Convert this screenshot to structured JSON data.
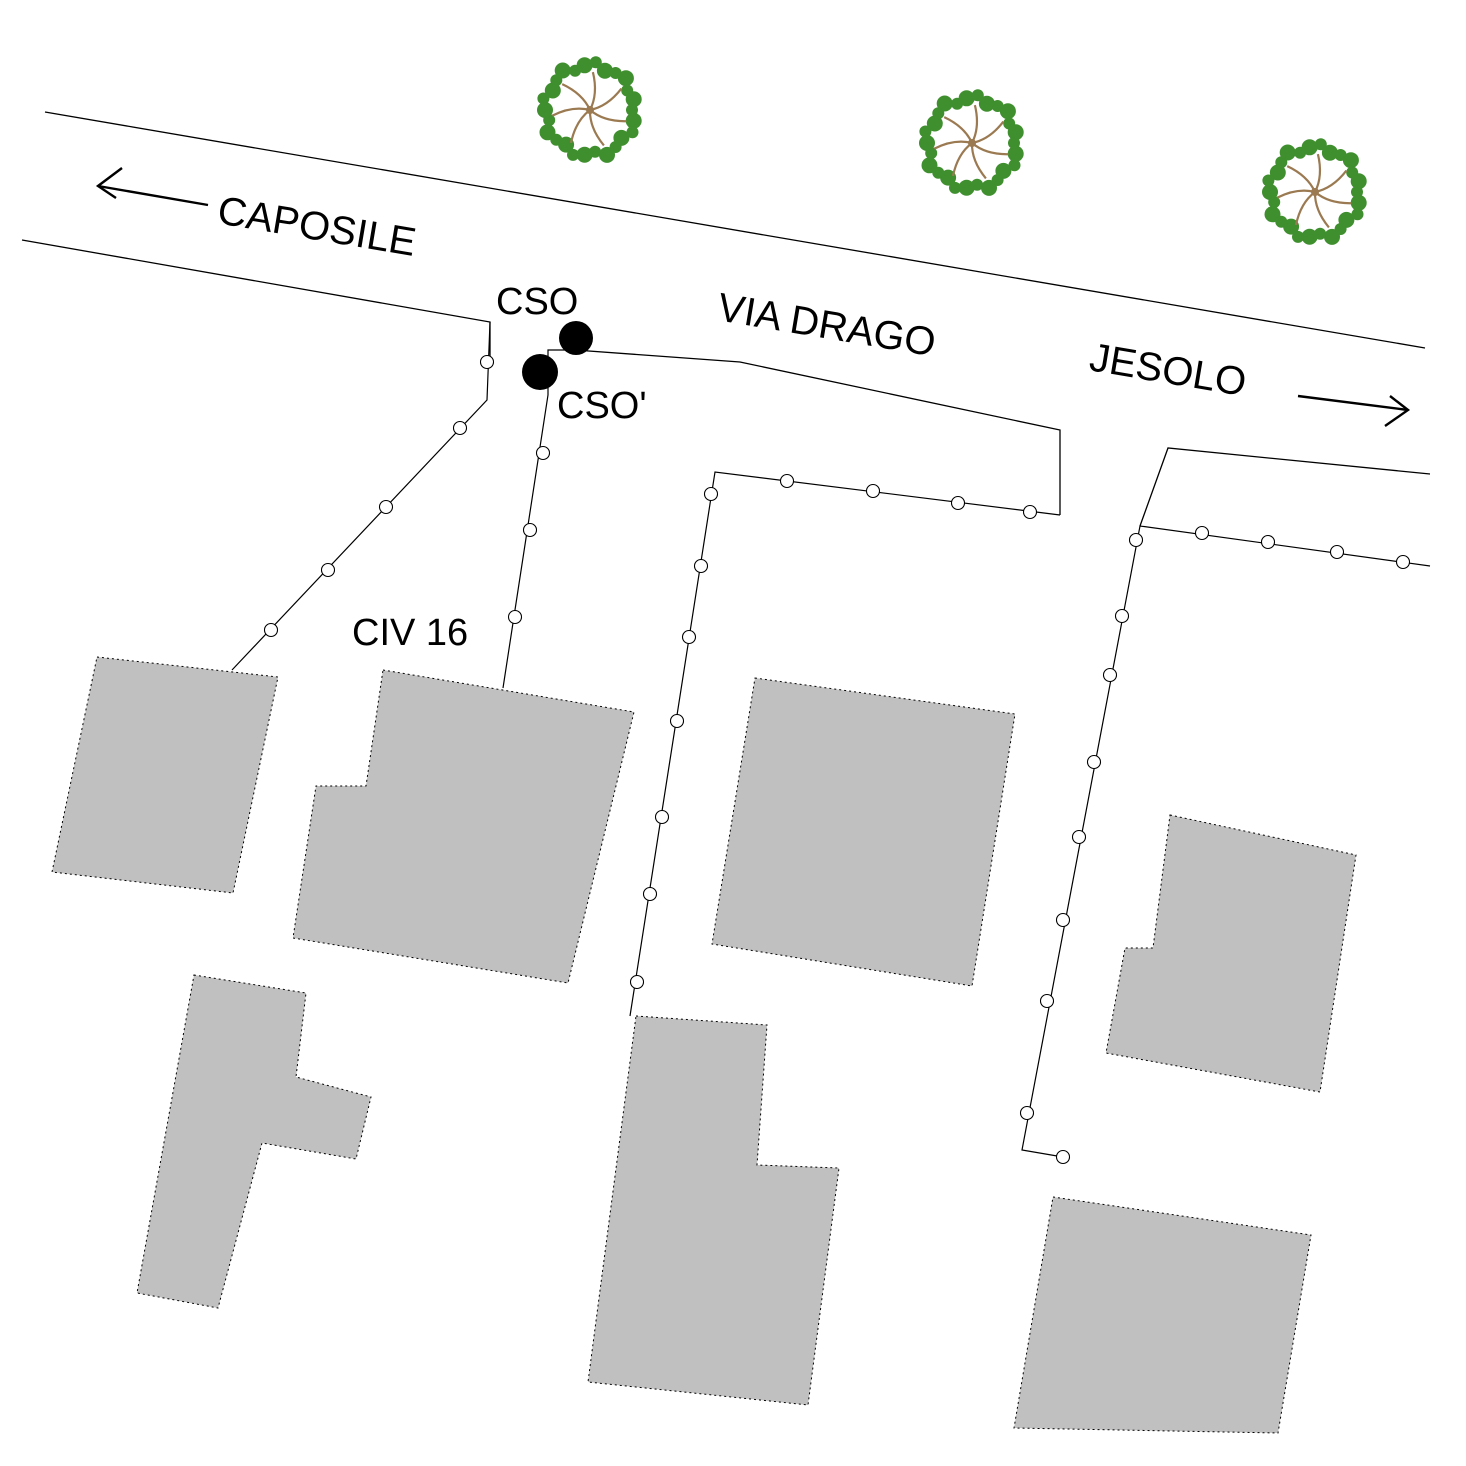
{
  "labels": {
    "caposile": "CAPOSILE",
    "via_drago": "VIA DRAGO",
    "jesolo": "JESOLO",
    "cso": "CSO",
    "cso_prime": "CSO'",
    "civ16": "CIV 16"
  },
  "colors": {
    "building": "#c0c0c0",
    "tree_leaves": "#3f8f2f",
    "tree_trunk": "#9b7a52",
    "line": "#000000"
  },
  "icons": {
    "tree": "tree-icon",
    "arrow_left": "arrow-left-icon",
    "arrow_right": "arrow-right-icon",
    "cso_node": "filled-circle-icon",
    "manhole": "manhole-circle-icon"
  }
}
